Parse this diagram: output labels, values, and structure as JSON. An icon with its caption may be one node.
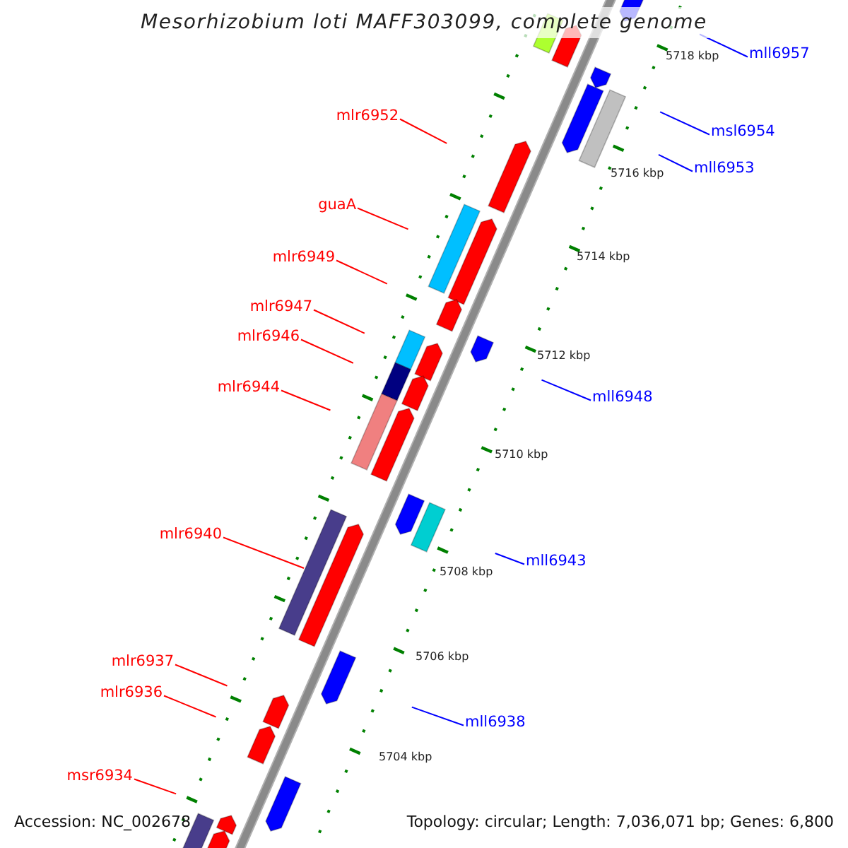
{
  "diagram": {
    "title": "Mesorhizobium loti MAFF303099, complete genome",
    "nodes": [
      {
        "text": [
          "mll6957"
        ]
      },
      {
        "text": [
          "mlr6952"
        ]
      },
      {
        "text": [
          "msl6954"
        ]
      },
      {
        "text": [
          "mll6953"
        ]
      },
      {
        "text": [
          "guaA"
        ]
      },
      {
        "text": [
          "mlr6949"
        ]
      },
      {
        "text": [
          "mlr6947"
        ]
      },
      {
        "text": [
          "mlr6946"
        ]
      },
      {
        "text": [
          "mlr6944"
        ]
      },
      {
        "text": [
          "mll6948"
        ]
      },
      {
        "text": [
          "mlr6940"
        ]
      },
      {
        "text": [
          "mll6943"
        ]
      },
      {
        "text": [
          "mlr6937"
        ]
      },
      {
        "text": [
          "mlr6936"
        ]
      },
      {
        "text": [
          "mll6938"
        ]
      },
      {
        "text": [
          "msr6934"
        ]
      },
      {
        "text": [],
        "shape": "bar"
      }
    ],
    "edges": [
      {
        "from": 0,
        "to": null,
        "arrow": "none",
        "color": "#0000ff"
      },
      {
        "from": 1,
        "to": null,
        "arrow": "none"
      },
      {
        "from": 2,
        "to": null,
        "arrow": "none",
        "color": "#0000ff"
      },
      {
        "from": 3,
        "to": null,
        "arrow": "none",
        "color": "#0000ff"
      },
      {
        "from": 4,
        "to": null,
        "arrow": "none"
      },
      {
        "from": 5,
        "to": null,
        "arrow": "none"
      },
      {
        "from": 6,
        "to": null,
        "arrow": "none"
      },
      {
        "from": 7,
        "to": null,
        "arrow": "none"
      },
      {
        "from": 8,
        "to": null,
        "arrow": "none"
      },
      {
        "from": 9,
        "to": null,
        "arrow": "none",
        "color": "#0000ff"
      },
      {
        "from": 10,
        "to": 16,
        "arrow": "none"
      },
      {
        "from": 11,
        "to": null,
        "arrow": "none",
        "color": "#0000ff"
      },
      {
        "from": 12,
        "to": null,
        "arrow": "none"
      },
      {
        "from": 13,
        "to": null,
        "arrow": "none"
      },
      {
        "from": 14,
        "to": null,
        "arrow": "none",
        "color": "#0000ff"
      },
      {
        "from": 15,
        "to": null,
        "arrow": "none"
      }
    ],
    "labels": [
      "5718 kbp",
      "5716 kbp",
      "5714 kbp",
      "5712 kbp",
      "5710 kbp",
      "5708 kbp",
      "5706 kbp",
      "5704 kbp",
      "Accession: NC_002678",
      "Topology: circular; Length: 7,036,071 bp; Genes: 6,800"
    ]
  }
}
